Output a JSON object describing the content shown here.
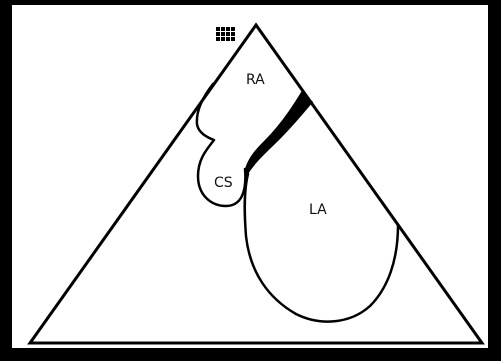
{
  "diagram": {
    "labels": {
      "ra": "RA",
      "cs": "CS",
      "la": "LA"
    },
    "icon": "grid-icon",
    "colors": {
      "frame": "#000000",
      "panel": "#ffffff",
      "stroke": "#000000",
      "fill_band": "#000000"
    }
  }
}
